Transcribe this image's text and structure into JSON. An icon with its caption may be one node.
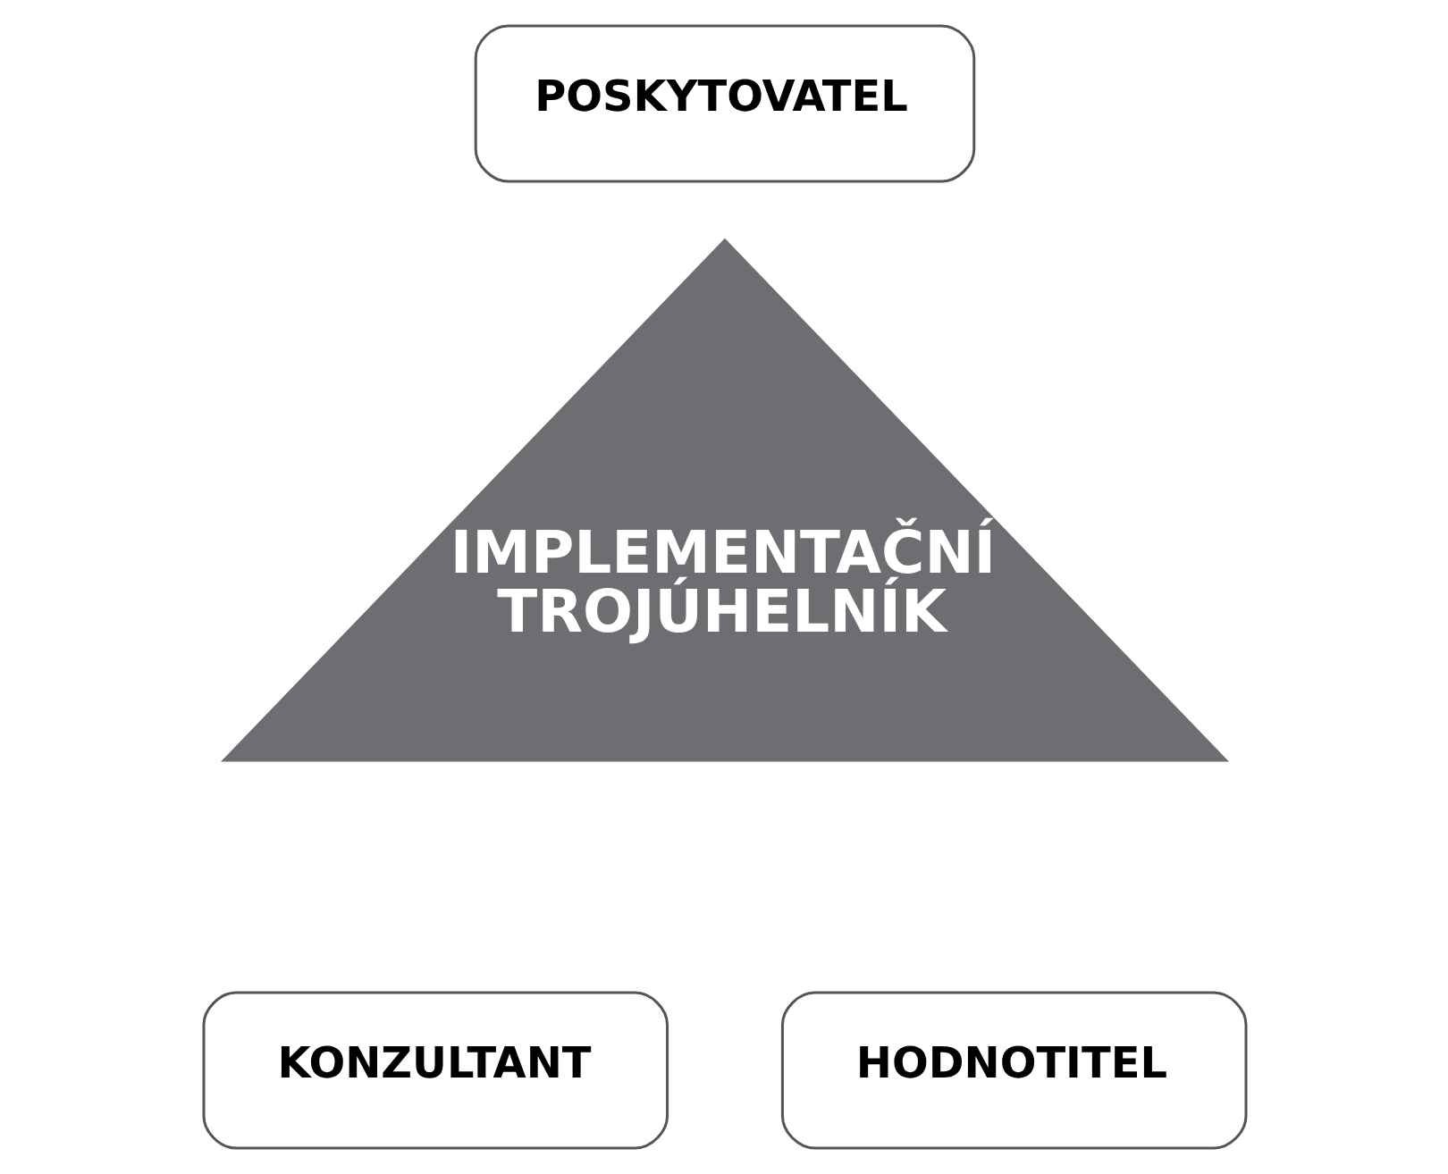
{
  "diagram": {
    "nodes": [
      {
        "text": [
          "POSKYTOVATEL"
        ]
      },
      {
        "text": [
          "IMPLEMENTAČNÍ TROJÚHELNÍK"
        ]
      },
      {
        "text": [
          "KONZULTANT"
        ]
      },
      {
        "text": [
          "HODNOTITEL"
        ]
      }
    ]
  }
}
